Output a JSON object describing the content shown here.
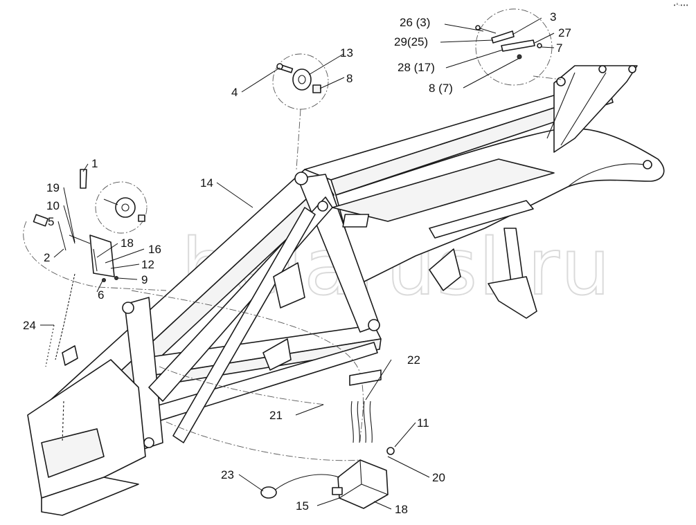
{
  "watermark": "belarusl.ru",
  "corner_mark": "•°·•••",
  "callouts": [
    {
      "id": "c1",
      "text": "1"
    },
    {
      "id": "c2",
      "text": "2"
    },
    {
      "id": "c3",
      "text": "3"
    },
    {
      "id": "c4",
      "text": "4"
    },
    {
      "id": "c5",
      "text": "5"
    },
    {
      "id": "c6",
      "text": "6"
    },
    {
      "id": "c7",
      "text": "7"
    },
    {
      "id": "c8a",
      "text": "8"
    },
    {
      "id": "c8b",
      "text": "8 (7)"
    },
    {
      "id": "c9",
      "text": "9"
    },
    {
      "id": "c10",
      "text": "10"
    },
    {
      "id": "c11",
      "text": "11"
    },
    {
      "id": "c12",
      "text": "12"
    },
    {
      "id": "c13",
      "text": "13"
    },
    {
      "id": "c14",
      "text": "14"
    },
    {
      "id": "c15",
      "text": "15"
    },
    {
      "id": "c16",
      "text": "16"
    },
    {
      "id": "c18a",
      "text": "18"
    },
    {
      "id": "c18b",
      "text": "18"
    },
    {
      "id": "c19",
      "text": "19"
    },
    {
      "id": "c20",
      "text": "20"
    },
    {
      "id": "c21",
      "text": "21"
    },
    {
      "id": "c22",
      "text": "22"
    },
    {
      "id": "c23",
      "text": "23"
    },
    {
      "id": "c24",
      "text": "24"
    },
    {
      "id": "c26",
      "text": "26 (3)"
    },
    {
      "id": "c27",
      "text": "27"
    },
    {
      "id": "c28",
      "text": "28 (17)"
    },
    {
      "id": "c29",
      "text": "29(25)"
    }
  ]
}
